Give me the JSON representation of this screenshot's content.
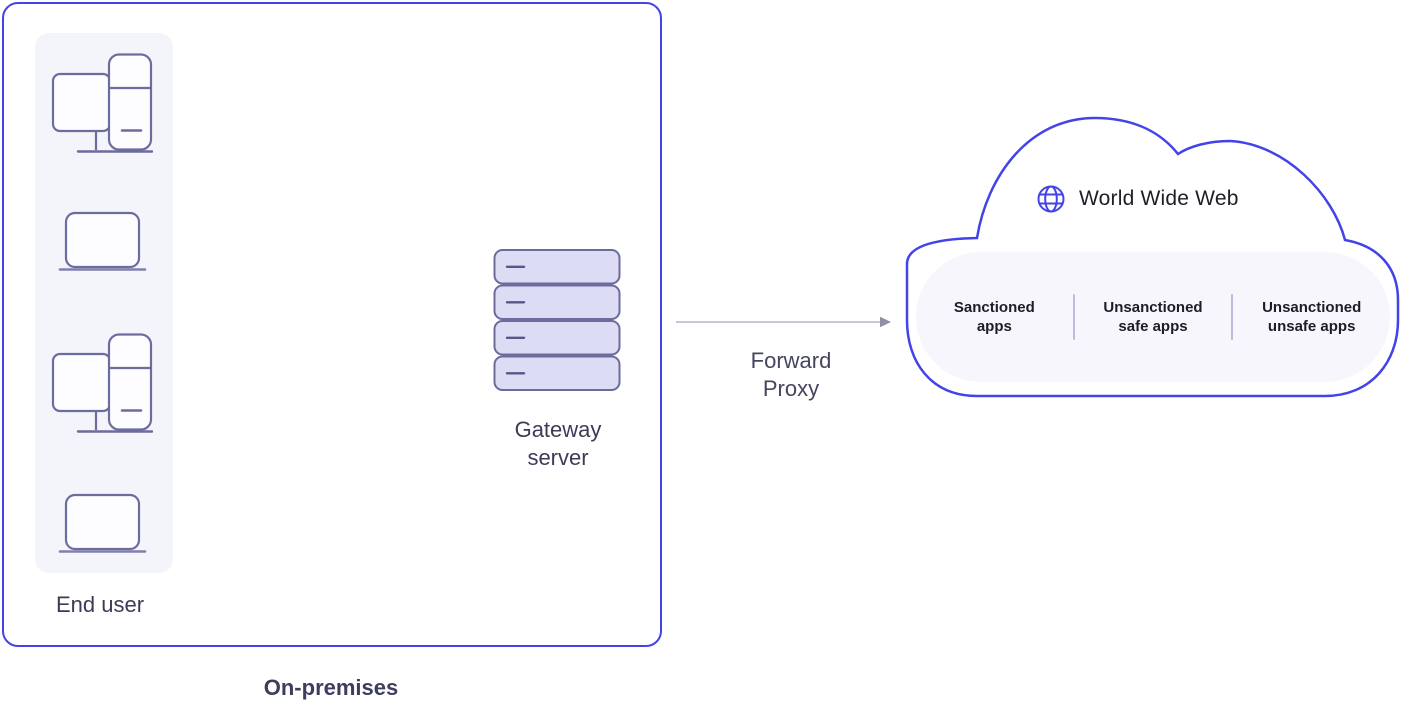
{
  "diagram": {
    "on_premises": {
      "label": "On-premises",
      "end_user_label": "End user",
      "gateway_label": "Gateway server",
      "device_icons": [
        "desktop-computer",
        "laptop",
        "desktop-computer",
        "laptop"
      ]
    },
    "forward_proxy_label": "Forward Proxy",
    "cloud": {
      "web_label": "World Wide Web",
      "apps": [
        {
          "label": "Sanctioned apps"
        },
        {
          "label": "Unsanctioned safe apps"
        },
        {
          "label": "Unsanctioned unsafe apps"
        }
      ]
    },
    "colors": {
      "accent_blue": "#4343e8",
      "icon_stroke": "#6c6c9e",
      "server_fill": "#dcdcf5",
      "server_stroke": "#6c6c9c",
      "panel_fill": "#f4f4fb",
      "pill_fill": "#f6f6fc",
      "divider": "#bcbcdc",
      "text_dark": "#3b3b55",
      "apps_text": "#1d1d27",
      "connector_gray": "#9191a8",
      "arrow_gray": "#b4b4ca"
    }
  }
}
